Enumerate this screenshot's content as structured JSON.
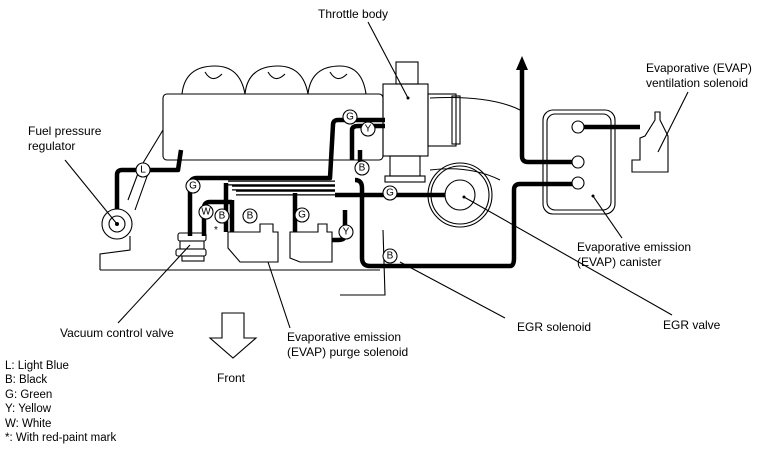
{
  "labels": {
    "throttle_body": "Throttle body",
    "fuel_pressure_regulator": [
      "Fuel pressure",
      "regulator"
    ],
    "evap_ventilation_solenoid": [
      "Evaporative (EVAP)",
      "ventilation solenoid"
    ],
    "evap_canister": [
      "Evaporative emission",
      "(EVAP) canister"
    ],
    "egr_valve": "EGR valve",
    "egr_solenoid": "EGR solenoid",
    "evap_purge_solenoid": [
      "Evaporative emission",
      "(EVAP) purge solenoid"
    ],
    "vacuum_control_valve": "Vacuum control valve",
    "front": "Front"
  },
  "hose_tags": [
    "L",
    "G",
    "Y",
    "B",
    "G",
    "G",
    "W",
    "B",
    "B",
    "G",
    "Y",
    "B"
  ],
  "legend": [
    "L: Light Blue",
    "B: Black",
    "G: Green",
    "Y: Yellow",
    "W: White",
    "*: With red-paint mark"
  ]
}
